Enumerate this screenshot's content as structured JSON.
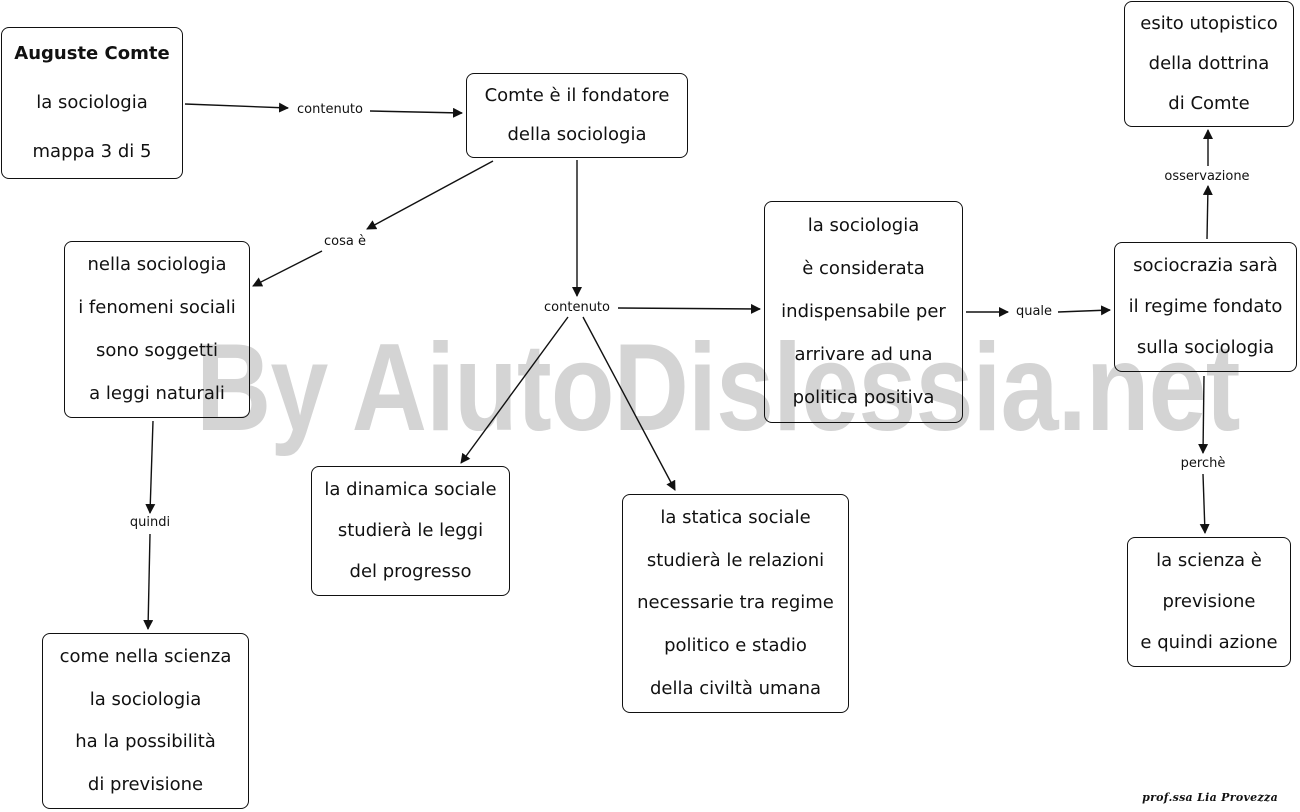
{
  "watermark": "By AiutoDislessia.net",
  "signature": "prof.ssa Lia Provezza",
  "nodes": {
    "title": {
      "heading": "Auguste Comte",
      "lines": [
        "la sociologia",
        "mappa 3 di 5"
      ]
    },
    "fondatore": {
      "lines": [
        "Comte è il fondatore",
        "della sociologia"
      ]
    },
    "fenomeni": {
      "lines": [
        "nella sociologia",
        "i fenomeni sociali",
        "sono soggetti",
        "a leggi naturali"
      ]
    },
    "scienza_previsione": {
      "lines": [
        "come nella scienza",
        "la sociologia",
        "ha la possibilità",
        "di previsione"
      ]
    },
    "dinamica": {
      "lines": [
        "la dinamica sociale",
        "studierà le leggi",
        "del progresso"
      ]
    },
    "statica": {
      "lines": [
        "la statica sociale",
        "studierà le relazioni",
        "necessarie tra regime",
        "politico e stadio",
        "della civiltà umana"
      ]
    },
    "indispensabile": {
      "lines": [
        "la sociologia",
        "è considerata",
        "indispensabile per",
        "arrivare ad una",
        "politica positiva"
      ]
    },
    "sociocrazia": {
      "lines": [
        "sociocrazia sarà",
        "il regime fondato",
        "sulla sociologia"
      ]
    },
    "utopistico": {
      "lines": [
        "esito utopistico",
        "della dottrina",
        "di Comte"
      ]
    },
    "azione": {
      "lines": [
        "la scienza è",
        "previsione",
        "e quindi azione"
      ]
    }
  },
  "links": {
    "contenuto_top": "contenuto",
    "cosa_e": "cosa è",
    "contenuto_mid": "contenuto",
    "quindi": "quindi",
    "quale": "quale",
    "osservazione": "osservazione",
    "perche": "perchè"
  }
}
